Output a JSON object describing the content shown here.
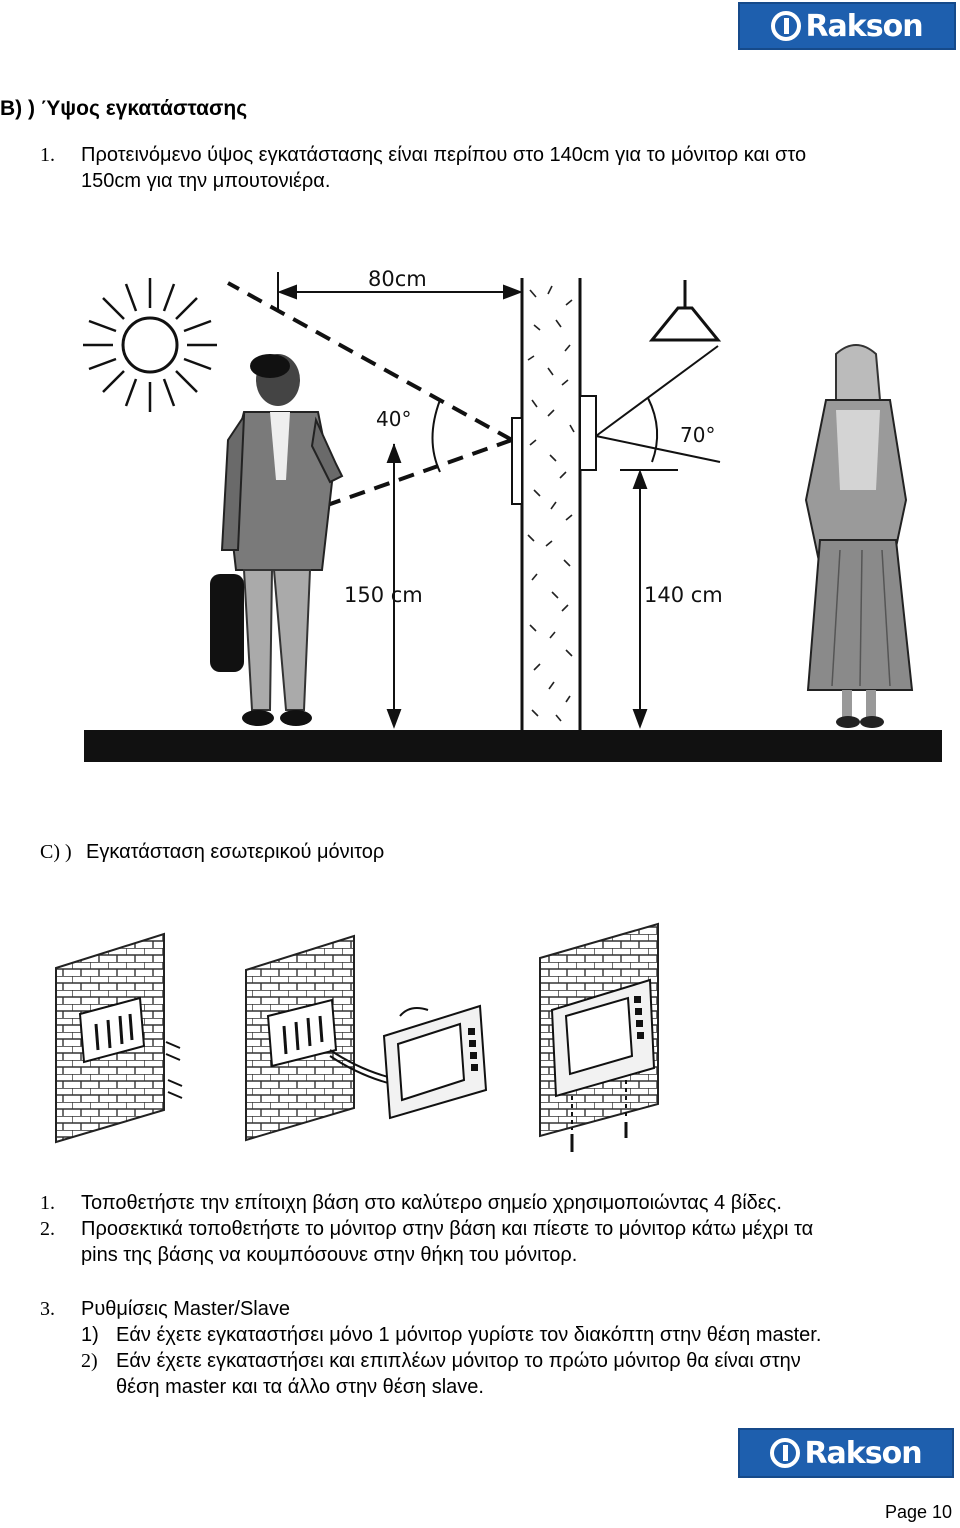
{
  "brand": {
    "name": "Rakson",
    "color": "#1e5fae"
  },
  "section_b": {
    "heading": "B) ) Ύψος εγκατάστασης",
    "item1_num": "1.",
    "item1_line1": "Προτεινόμενο ύψος εγκατάστασης είναι περίπου στο 140cm για το μόνιτορ και στο",
    "item1_line2": "150cm για την μπουτονιέρα."
  },
  "diagram": {
    "label_distance": "80cm",
    "label_angle_left": "40°",
    "label_angle_right": "70°",
    "label_height_left": "150 cm",
    "label_height_right": "140 cm"
  },
  "section_c": {
    "heading_letter": "C) )",
    "heading_text": "Εγκατάσταση εσωτερικού μόνιτορ"
  },
  "steps": [
    {
      "num": "1.",
      "line1": "Τοποθετήστε την επίτοιχη βάση στο καλύτερο σημείο χρησιμοποιώντας 4 βίδες."
    },
    {
      "num": "2.",
      "line1": "Προσεκτικά τοποθετήστε το μόνιτορ στην βάση και πίεστε το μόνιτορ κάτω μέχρι τα",
      "line2": "pins της βάσης να κουμπόσουνε στην θήκη του μόνιτορ."
    },
    {
      "num": "3.",
      "line1": "Ρυθμίσεις Master/Slave"
    }
  ],
  "substeps": [
    {
      "num": "1)",
      "text": "Εάν έχετε εγκαταστήσει μόνο 1 μόνιτορ γυρίστε τον διακόπτη στην θέση  master."
    },
    {
      "num": "2)",
      "text": "Εάν έχετε εγκαταστήσει και επιπλέων μόνιτορ το πρώτο μόνιτορ θα είναι στην",
      "text2": "θέση master και τα άλλο στην θέση slave."
    }
  ],
  "footer": {
    "page": "Page 10"
  }
}
